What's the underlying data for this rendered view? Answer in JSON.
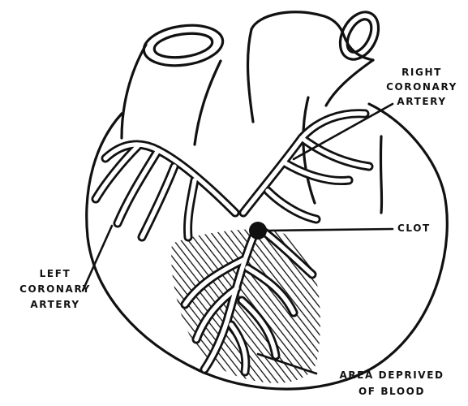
{
  "diagram": {
    "labels": {
      "right_coronary_artery": [
        "RIGHT",
        "CORONARY",
        "ARTERY"
      ],
      "clot": "CLOT",
      "left_coronary_artery": [
        "LEFT",
        "CORONARY",
        "ARTERY"
      ],
      "area_deprived": [
        "AREA DEPRIVED",
        "OF BLOOD"
      ]
    },
    "colors": {
      "ink": "#111111",
      "background": "#ffffff"
    }
  }
}
